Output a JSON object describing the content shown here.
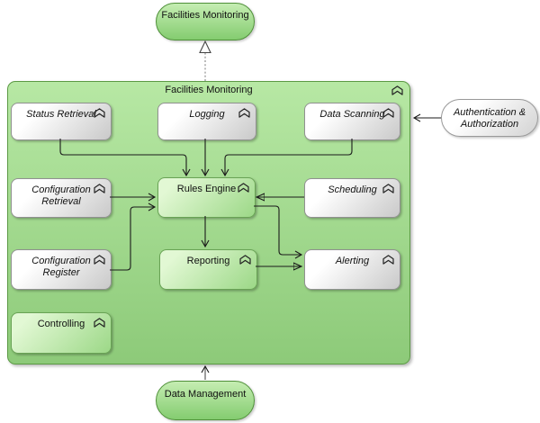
{
  "diagram": {
    "type": "archimate-application-diagram",
    "external_top": {
      "label": "Facilities Monitoring"
    },
    "container": {
      "label": "Facilities Monitoring",
      "icon": "function-chevron-icon"
    },
    "nodes": {
      "status_retrieval": {
        "label": "Status Retrieval",
        "style": "gray",
        "icon": "function-chevron-icon"
      },
      "logging": {
        "label": "Logging",
        "style": "gray",
        "icon": "function-chevron-icon"
      },
      "data_scanning": {
        "label": "Data Scanning",
        "style": "gray",
        "icon": "function-chevron-icon"
      },
      "configuration_retrieval": {
        "label": "Configuration Retrieval",
        "style": "gray",
        "icon": "function-chevron-icon"
      },
      "rules_engine": {
        "label": "Rules Engine",
        "style": "green",
        "icon": "function-chevron-icon"
      },
      "scheduling": {
        "label": "Scheduling",
        "style": "gray",
        "icon": "function-chevron-icon"
      },
      "configuration_register": {
        "label": "Configuration Register",
        "style": "gray",
        "icon": "function-chevron-icon"
      },
      "reporting": {
        "label": "Reporting",
        "style": "green",
        "icon": "function-chevron-icon"
      },
      "alerting": {
        "label": "Alerting",
        "style": "gray",
        "icon": "function-chevron-icon"
      },
      "controlling": {
        "label": "Controlling",
        "style": "green",
        "icon": "function-chevron-icon"
      }
    },
    "external_right": {
      "label": "Authentication & Authorization"
    },
    "external_bottom": {
      "label": "Data Management"
    },
    "edges": [
      {
        "from": "Status Retrieval",
        "to": "Rules Engine",
        "arrow": "open"
      },
      {
        "from": "Logging",
        "to": "Rules Engine",
        "arrow": "open"
      },
      {
        "from": "Data Scanning",
        "to": "Rules Engine",
        "arrow": "open"
      },
      {
        "from": "Configuration Retrieval",
        "to": "Rules Engine",
        "arrow": "open"
      },
      {
        "from": "Configuration Register",
        "to": "Rules Engine",
        "arrow": "open"
      },
      {
        "from": "Scheduling",
        "to": "Rules Engine",
        "arrow": "solid"
      },
      {
        "from": "Rules Engine",
        "to": "Reporting",
        "arrow": "open"
      },
      {
        "from": "Rules Engine",
        "to": "Alerting",
        "arrow": "open"
      },
      {
        "from": "Reporting",
        "to": "Alerting",
        "arrow": "solid"
      },
      {
        "from": "Authentication & Authorization",
        "to": "Facilities Monitoring container",
        "arrow": "open"
      },
      {
        "from": "Data Management",
        "to": "Facilities Monitoring container",
        "arrow": "open"
      },
      {
        "from": "Facilities Monitoring container",
        "to": "Facilities Monitoring",
        "arrow": "realization-hollow-triangle-dotted"
      }
    ],
    "colors": {
      "container_fill_top": "#b7e8a4",
      "container_fill_bottom": "#8dca79",
      "container_border": "#5c9a45",
      "green_node_fill": "#9cd887",
      "green_node_border": "#69a355",
      "gray_node_fill": "#c9c9c9",
      "gray_node_border": "#919191",
      "stadium_green_border": "#4f9039",
      "line": "#1a1a1a",
      "text": "#111111"
    }
  }
}
